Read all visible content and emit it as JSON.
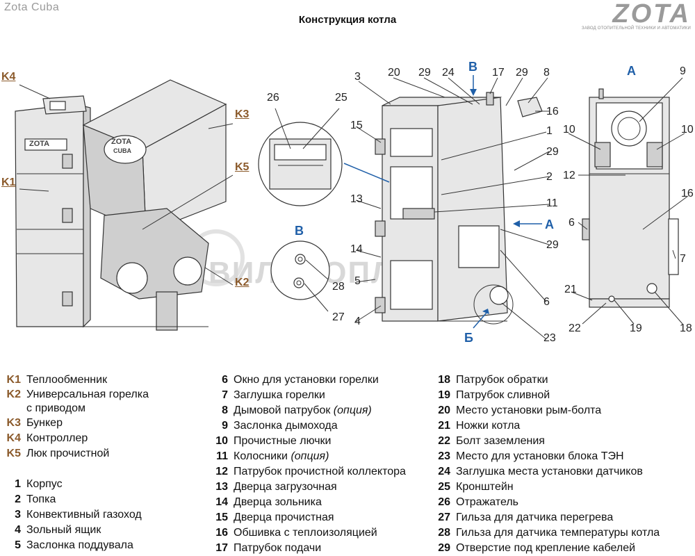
{
  "header": {
    "brand": "Zota Cuba",
    "title": "Конструкция котла",
    "logo_word": "ZOTA",
    "logo_sub": "ЗАВОД ОТОПИТЕЛЬНОЙ ТЕХНИКИ И АВТОМАТИКИ"
  },
  "watermark": "ВИЛОТОПЛЕНИЕ",
  "diagram": {
    "k_labels": [
      "K4",
      "K3",
      "K5",
      "K1",
      "K2"
    ],
    "view_labels": {
      "b_top": "B",
      "a_side": "A",
      "a_arrow": "A",
      "b_detail": "B",
      "b_bottom": "Б"
    },
    "detail_numbers": [
      "26",
      "25",
      "28",
      "27"
    ],
    "section_numbers": [
      "3",
      "20",
      "29",
      "24",
      "17",
      "29",
      "8",
      "16",
      "15",
      "1",
      "29",
      "2",
      "13",
      "11",
      "29",
      "14",
      "5",
      "4",
      "6",
      "23"
    ],
    "rear_numbers": [
      "9",
      "10",
      "10",
      "12",
      "16",
      "6",
      "7",
      "21",
      "22",
      "19",
      "18"
    ],
    "logo_plate": "ZOTA",
    "plate_sub": "CUBA"
  },
  "legend": {
    "col1": [
      {
        "num": "K1",
        "text": "Теплообменник",
        "k": true
      },
      {
        "num": "K2",
        "text": "Универсальная горелка",
        "text2": "с приводом",
        "k": true
      },
      {
        "num": "K3",
        "text": "Бункер",
        "k": true
      },
      {
        "num": "K4",
        "text": "Контроллер",
        "k": true
      },
      {
        "num": "K5",
        "text": "Люк прочистной",
        "k": true
      },
      {
        "num": "1",
        "text": "Корпус"
      },
      {
        "num": "2",
        "text": "Топка"
      },
      {
        "num": "3",
        "text": "Конвективный газоход"
      },
      {
        "num": "4",
        "text": "Зольный ящик"
      },
      {
        "num": "5",
        "text": "Заслонка поддувала"
      }
    ],
    "col2": [
      {
        "num": "6",
        "text": "Окно для установки горелки"
      },
      {
        "num": "7",
        "text": "Заглушка горелки"
      },
      {
        "num": "8",
        "text": "Дымовой патрубок ",
        "note": "(опция)"
      },
      {
        "num": "9",
        "text": "Заслонка дымохода"
      },
      {
        "num": "10",
        "text": "Прочистные лючки"
      },
      {
        "num": "11",
        "text": "Колосники ",
        "note": "(опция)"
      },
      {
        "num": "12",
        "text": "Патрубок прочистной коллектора"
      },
      {
        "num": "13",
        "text": "Дверца загрузочная"
      },
      {
        "num": "14",
        "text": "Дверца зольника"
      },
      {
        "num": "15",
        "text": "Дверца прочистная"
      },
      {
        "num": "16",
        "text": "Обшивка с теплоизоляцией"
      },
      {
        "num": "17",
        "text": "Патрубок подачи"
      }
    ],
    "col3": [
      {
        "num": "18",
        "text": "Патрубок обратки"
      },
      {
        "num": "19",
        "text": "Патрубок сливной"
      },
      {
        "num": "20",
        "text": "Место установки рым-болта"
      },
      {
        "num": "21",
        "text": "Ножки котла"
      },
      {
        "num": "22",
        "text": "Болт заземления"
      },
      {
        "num": "23",
        "text": "Место для установки блока ТЭН"
      },
      {
        "num": "24",
        "text": "Заглушка места установки датчиков"
      },
      {
        "num": "25",
        "text": "Кронштейн"
      },
      {
        "num": "26",
        "text": "Отражатель"
      },
      {
        "num": "27",
        "text": "Гильза для датчика перегрева"
      },
      {
        "num": "28",
        "text": "Гильза для датчика температуры котла"
      },
      {
        "num": "29",
        "text": "Отверстие под крепление кабелей"
      }
    ]
  }
}
